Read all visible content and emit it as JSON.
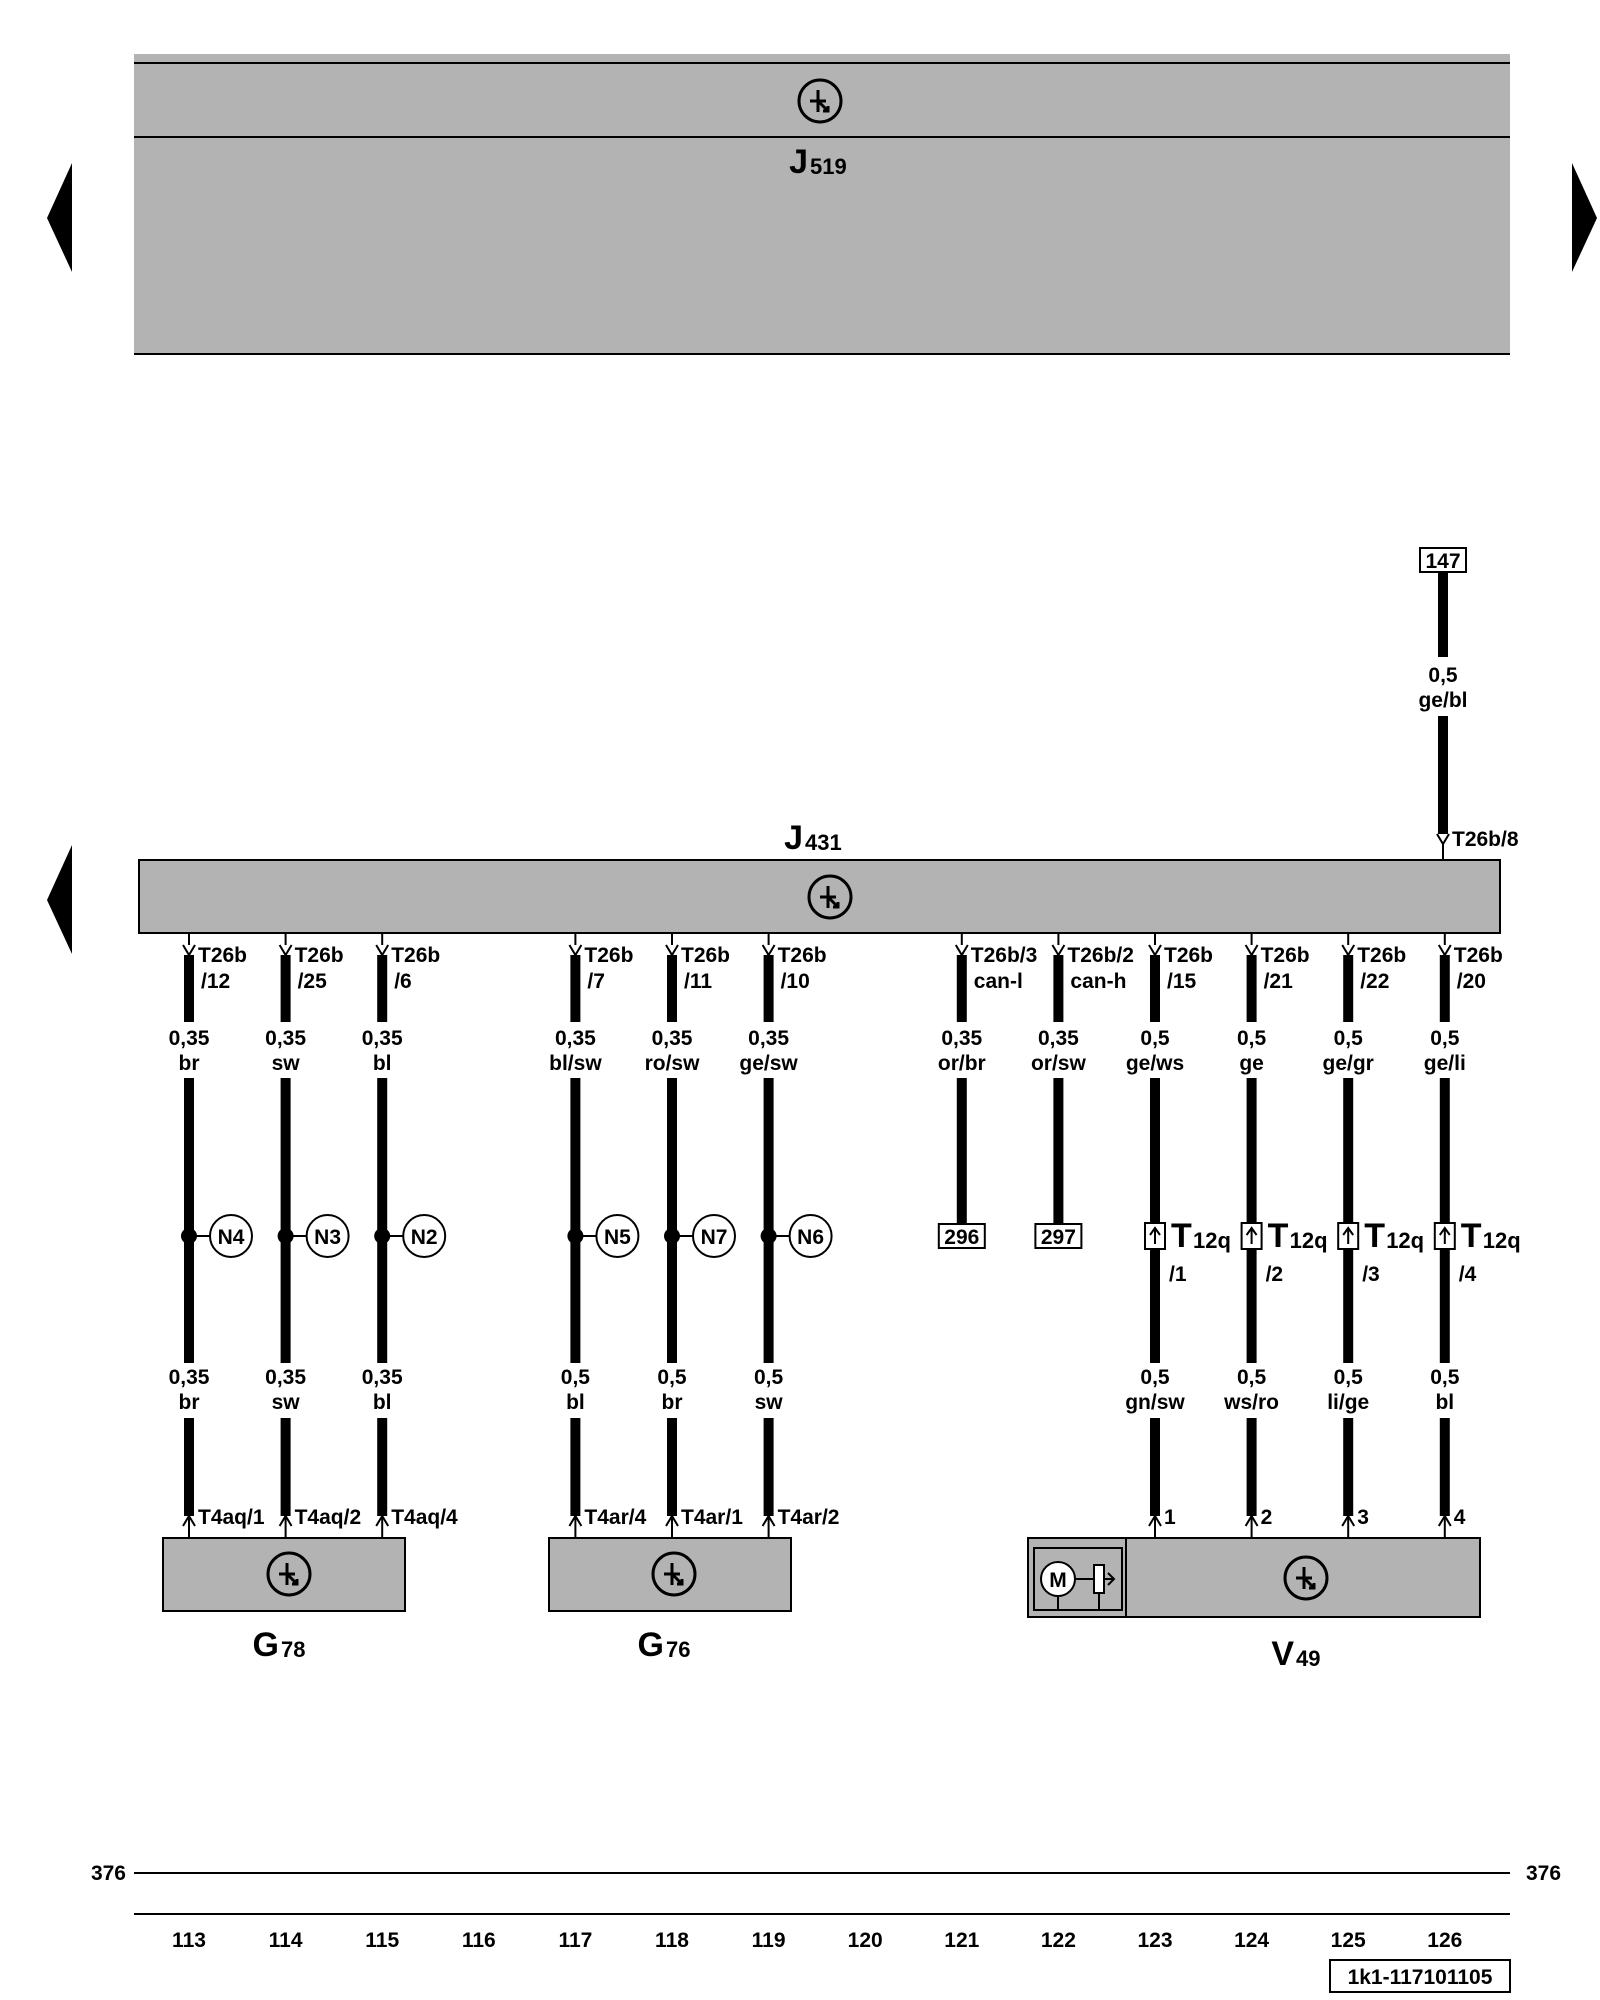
{
  "colors": {
    "module_fill": "#b3b3b3",
    "line": "#000000",
    "background": "#ffffff"
  },
  "nav": {
    "left_icon": "arrow-left-icon",
    "right_icon": "arrow-right-icon"
  },
  "modules": {
    "J519": {
      "letter": "J",
      "sub": "519"
    },
    "J431": {
      "letter": "J",
      "sub": "431"
    },
    "G78": {
      "letter": "G",
      "sub": "78"
    },
    "G76": {
      "letter": "G",
      "sub": "76"
    },
    "V49": {
      "letter": "V",
      "sub": "49"
    }
  },
  "top_feed": {
    "ref": "147",
    "size": "0,5",
    "color": "ge/bl",
    "pin": "T26b/8"
  },
  "wires": [
    {
      "col": "113",
      "pin1": "T26b",
      "pin2": "/12",
      "up_size": "0,35",
      "up_color": "br",
      "node": "N4",
      "low_size": "0,35",
      "low_color": "br",
      "bottom_pin": "T4aq/1"
    },
    {
      "col": "114",
      "pin1": "T26b",
      "pin2": "/25",
      "up_size": "0,35",
      "up_color": "sw",
      "node": "N3",
      "low_size": "0,35",
      "low_color": "sw",
      "bottom_pin": "T4aq/2"
    },
    {
      "col": "115",
      "pin1": "T26b",
      "pin2": "/6",
      "up_size": "0,35",
      "up_color": "bl",
      "node": "N2",
      "low_size": "0,35",
      "low_color": "bl",
      "bottom_pin": "T4aq/4"
    },
    {
      "col": "117",
      "pin1": "T26b",
      "pin2": "/7",
      "up_size": "0,35",
      "up_color": "bl/sw",
      "node": "N5",
      "low_size": "0,5",
      "low_color": "bl",
      "bottom_pin": "T4ar/4"
    },
    {
      "col": "118",
      "pin1": "T26b",
      "pin2": "/11",
      "up_size": "0,35",
      "up_color": "ro/sw",
      "node": "N7",
      "low_size": "0,5",
      "low_color": "br",
      "bottom_pin": "T4ar/1"
    },
    {
      "col": "119",
      "pin1": "T26b",
      "pin2": "/10",
      "up_size": "0,35",
      "up_color": "ge/sw",
      "node": "N6",
      "low_size": "0,5",
      "low_color": "sw",
      "bottom_pin": "T4ar/2"
    },
    {
      "col": "121",
      "pin1": "T26b/3",
      "pin2": "can-l",
      "up_size": "0,35",
      "up_color": "or/br",
      "ref": "296"
    },
    {
      "col": "122",
      "pin1": "T26b/2",
      "pin2": "can-h",
      "up_size": "0,35",
      "up_color": "or/sw",
      "ref": "297"
    },
    {
      "col": "123",
      "pin1": "T26b",
      "pin2": "/15",
      "up_size": "0,5",
      "up_color": "ge/ws",
      "conn_letter": "T",
      "conn_sub": "12q",
      "conn_pin": "/1",
      "low_size": "0,5",
      "low_color": "gn/sw",
      "bottom_pin": "1"
    },
    {
      "col": "124",
      "pin1": "T26b",
      "pin2": "/21",
      "up_size": "0,5",
      "up_color": "ge",
      "conn_letter": "T",
      "conn_sub": "12q",
      "conn_pin": "/2",
      "low_size": "0,5",
      "low_color": "ws/ro",
      "bottom_pin": "2"
    },
    {
      "col": "125",
      "pin1": "T26b",
      "pin2": "/22",
      "up_size": "0,5",
      "up_color": "ge/gr",
      "conn_letter": "T",
      "conn_sub": "12q",
      "conn_pin": "/3",
      "low_size": "0,5",
      "low_color": "li/ge",
      "bottom_pin": "3"
    },
    {
      "col": "126",
      "pin1": "T26b",
      "pin2": "/20",
      "up_size": "0,5",
      "up_color": "ge/li",
      "conn_letter": "T",
      "conn_sub": "12q",
      "conn_pin": "/4",
      "low_size": "0,5",
      "low_color": "bl",
      "bottom_pin": "4"
    }
  ],
  "motor_label": "M",
  "ground_ref": "376",
  "columns": [
    "113",
    "114",
    "115",
    "116",
    "117",
    "118",
    "119",
    "120",
    "121",
    "122",
    "123",
    "124",
    "125",
    "126"
  ],
  "doc_id": "1k1-117101105"
}
